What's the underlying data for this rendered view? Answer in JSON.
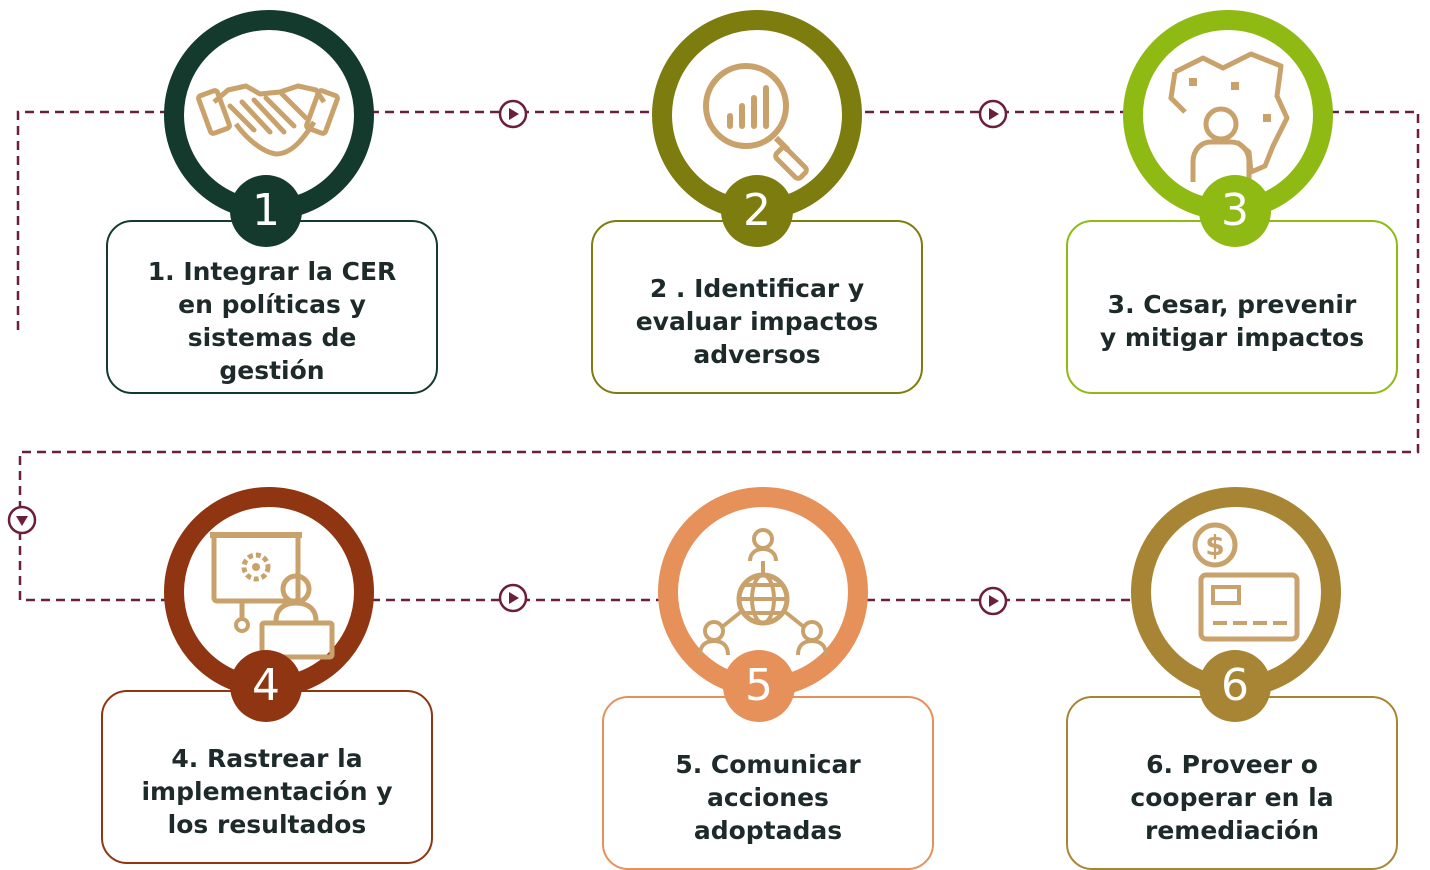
{
  "steps": [
    {
      "number": "1",
      "label": "1. Integrar la CER en políticas y sistemas de gestión",
      "color": "#143a2e",
      "icon": "handshake-icon"
    },
    {
      "number": "2",
      "label": "2 . Identificar y evaluar impactos adversos",
      "color": "#7d7c0e",
      "icon": "analytics-magnifier-icon"
    },
    {
      "number": "3",
      "label": "3. Cesar, prevenir y mitigar impactos",
      "color": "#8fba14",
      "icon": "person-map-icon"
    },
    {
      "number": "4",
      "label": "4. Rastrear la implementación y los resultados",
      "color": "#8f3511",
      "icon": "presentation-icon"
    },
    {
      "number": "5",
      "label": "5. Comunicar acciones adoptadas",
      "color": "#e6905a",
      "icon": "global-network-icon"
    },
    {
      "number": "6",
      "label": "6. Proveer o cooperar en la remediación",
      "color": "#a88534",
      "icon": "payment-card-icon"
    }
  ],
  "icon_color": "#c9a26b",
  "connector_color": "#6b1f3a"
}
